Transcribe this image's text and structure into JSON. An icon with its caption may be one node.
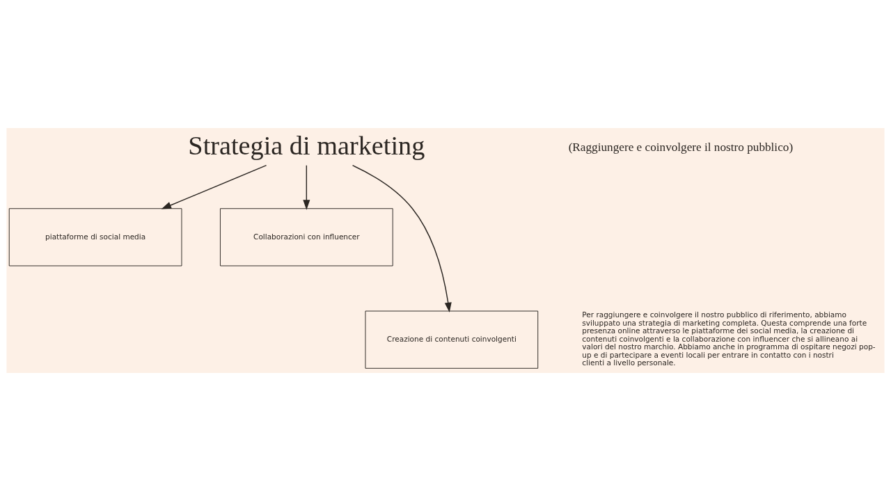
{
  "diagram": {
    "nodes": [
      {
        "text": [
          "Strategia di marketing"
        ]
      },
      {
        "text": [
          "piattaforme di social media"
        ]
      },
      {
        "text": [
          "Collaborazioni con influencer"
        ]
      },
      {
        "text": [
          "Creazione di contenuti coinvolgenti"
        ]
      }
    ],
    "edges": [
      {
        "from": 0,
        "to": 1,
        "arrow": "to"
      },
      {
        "from": 0,
        "to": 3,
        "arrow": "to"
      },
      {
        "from": 0,
        "to": 2,
        "arrow": "to"
      }
    ],
    "labels": [
      "(Raggiungere e coinvolgere il nostro pubblico)",
      "Per raggiungere e coinvolgere il nostro pubblico di riferimento, abbiamo sviluppato una strategia di marketing completa. Questa comprende una forte presenza online attraverso le piattaforme dei social media, la creazione di contenuti coinvolgenti e la collaborazione con influencer che si allineano ai valori del nostro marchio. Abbiamo anche in programma di ospitare negozi pop-up e di partecipare a eventi locali per entrare in contatto con i nostri clienti a livello personale."
    ]
  }
}
